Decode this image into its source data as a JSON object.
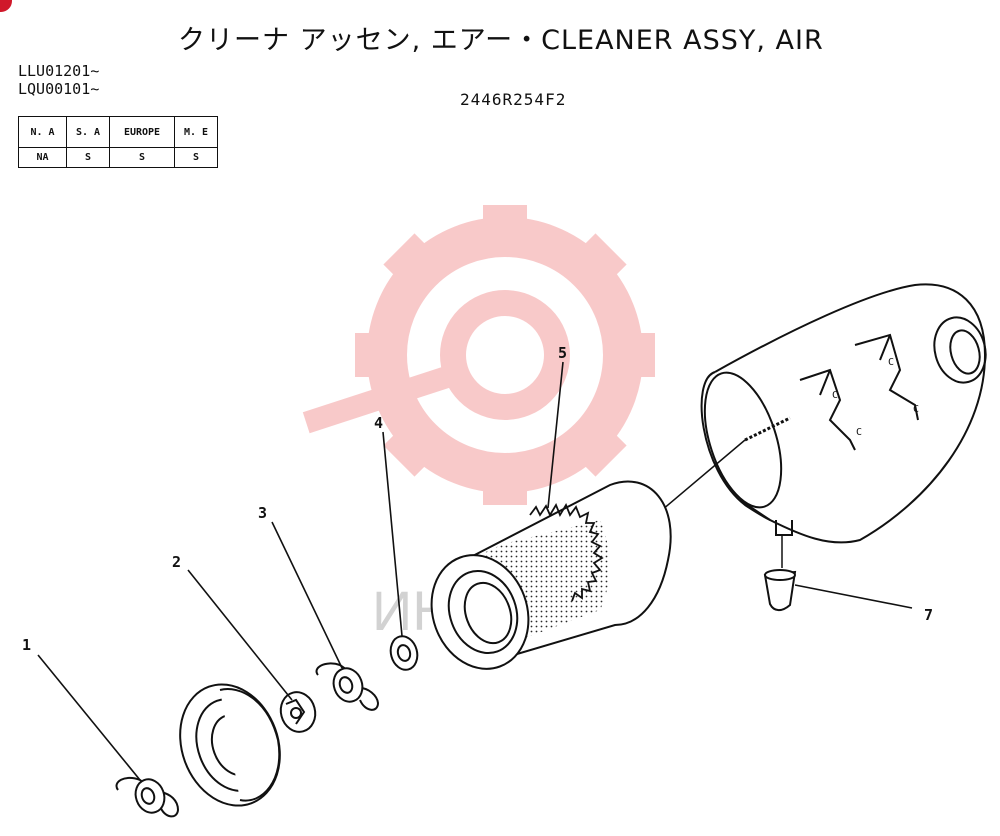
{
  "header": {
    "title": "クリーナ アッセン, エアー・CLEANER ASSY, AIR",
    "serial_numbers": [
      "LLU01201∼",
      "LQU00101∼"
    ],
    "drawing_number": "2446R254F2"
  },
  "spec_table": {
    "headers": [
      "N. A",
      "S. A",
      "EUROPE",
      "M. E"
    ],
    "values": [
      "NA",
      "S",
      "S",
      "S"
    ]
  },
  "callouts": {
    "c1": "1",
    "c2": "2",
    "c3": "3",
    "c4": "4",
    "c5": "5",
    "c7": "7"
  },
  "watermark": {
    "text": "ИНТЕХ",
    "color": "#f08a8a"
  },
  "colors": {
    "ink": "#111111",
    "accent_dot": "#d0182a"
  }
}
